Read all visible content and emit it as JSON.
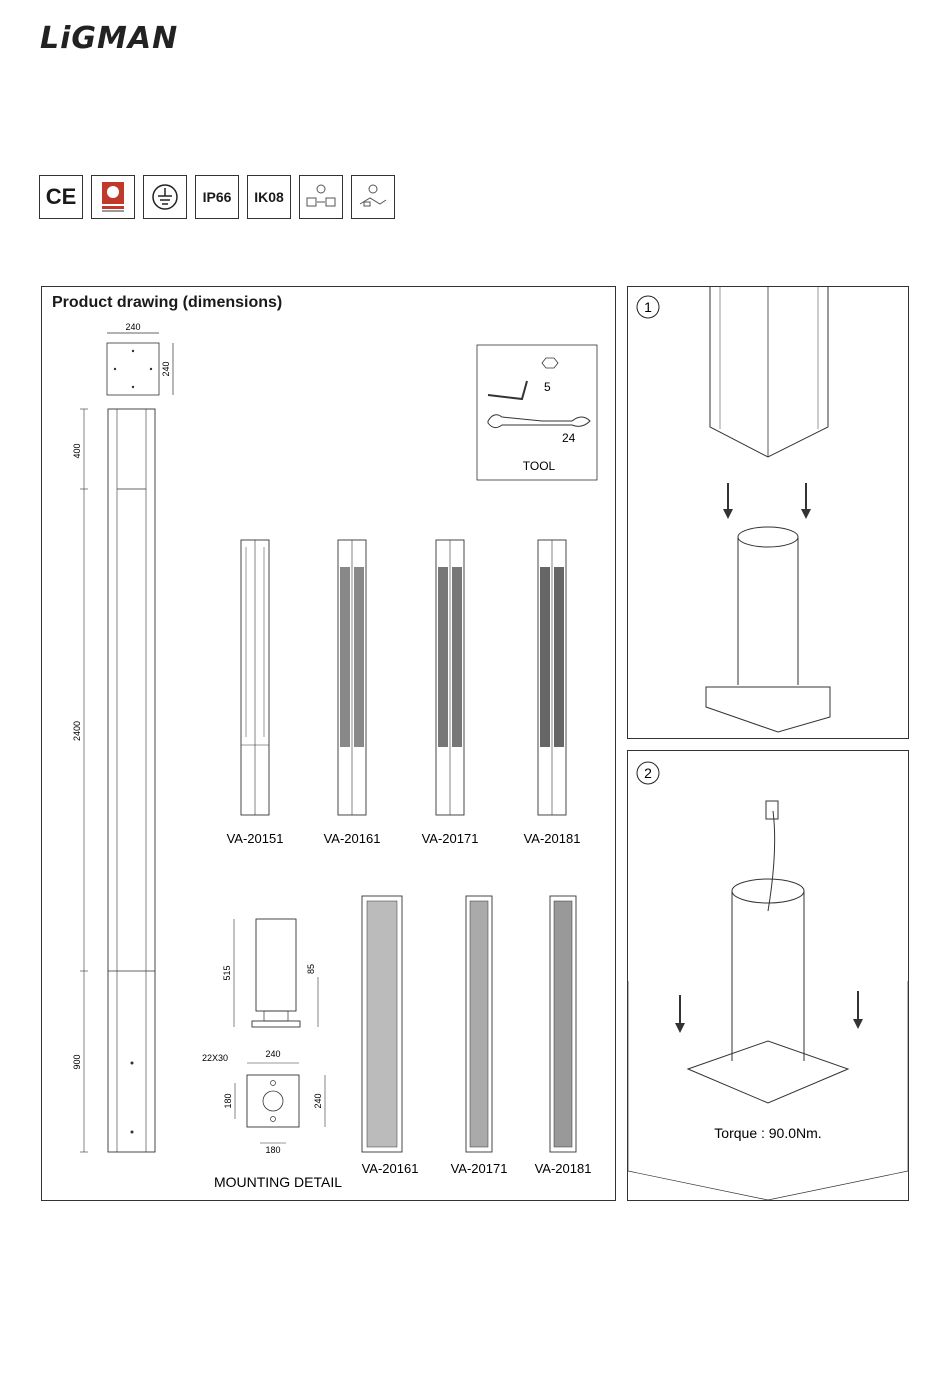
{
  "brand": {
    "logo": "LiGMAN"
  },
  "certifications": [
    {
      "name": "ce-mark",
      "label": "CE"
    },
    {
      "name": "quality-badge",
      "label": ""
    },
    {
      "name": "earth-symbol",
      "label": ""
    },
    {
      "name": "ip-rating",
      "label": "IP66"
    },
    {
      "name": "ik-rating",
      "label": "IK08"
    },
    {
      "name": "connection-icon-1",
      "label": ""
    },
    {
      "name": "connection-icon-2",
      "label": ""
    }
  ],
  "drawing": {
    "title": "Product drawing (dimensions)",
    "top_view": {
      "width": "240",
      "depth": "240"
    },
    "side_dims": [
      "400",
      "2400",
      "900"
    ],
    "tool": {
      "label": "TOOL",
      "hex_key": "5",
      "wrench": "24"
    },
    "models_top": [
      "VA-20151",
      "VA-20161",
      "VA-20171",
      "VA-20181"
    ],
    "models_bottom": [
      "VA-20161",
      "VA-20171",
      "VA-20181"
    ],
    "mounting": {
      "label": "MOUNTING DETAIL",
      "height": "515",
      "base": "85",
      "hole": "22X30",
      "plate_w": "240",
      "plate_h": "240",
      "hole_spacing_v": "180",
      "hole_spacing_h": "180"
    }
  },
  "steps": [
    {
      "number": "1"
    },
    {
      "number": "2",
      "torque": "Torque : 90.0Nm."
    }
  ]
}
